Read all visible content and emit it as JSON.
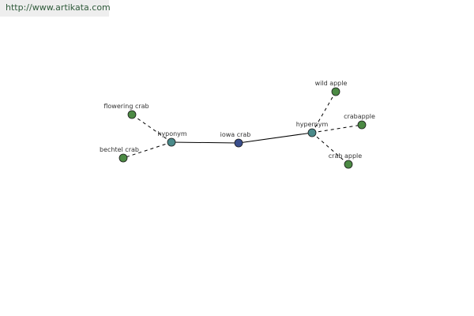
{
  "header": {
    "url_text": "http://www.artikata.com"
  },
  "colors": {
    "center_node": "#3a4e8c",
    "relation_node": "#4a8a8a",
    "leaf_node": "#4c8a44",
    "edge": "#000000",
    "label": "#333333"
  },
  "graph": {
    "nodes": [
      {
        "id": "iowa-crab",
        "label": "iowa crab",
        "kind": "center"
      },
      {
        "id": "hyponym",
        "label": "hyponym",
        "kind": "relation"
      },
      {
        "id": "hypernym",
        "label": "hypernym",
        "kind": "relation"
      },
      {
        "id": "flowering-crab",
        "label": "flowering crab",
        "kind": "leaf"
      },
      {
        "id": "bechtel-crab",
        "label": "bechtel crab",
        "kind": "leaf"
      },
      {
        "id": "wild-apple",
        "label": "wild apple",
        "kind": "leaf"
      },
      {
        "id": "crabapple",
        "label": "crabapple",
        "kind": "leaf"
      },
      {
        "id": "crab-apple",
        "label": "crab apple",
        "kind": "leaf"
      }
    ],
    "edges": [
      {
        "from": "iowa-crab",
        "to": "hyponym",
        "style": "solid"
      },
      {
        "from": "iowa-crab",
        "to": "hypernym",
        "style": "solid"
      },
      {
        "from": "hyponym",
        "to": "flowering-crab",
        "style": "dashed"
      },
      {
        "from": "hyponym",
        "to": "bechtel-crab",
        "style": "dashed"
      },
      {
        "from": "hypernym",
        "to": "wild-apple",
        "style": "dashed"
      },
      {
        "from": "hypernym",
        "to": "crabapple",
        "style": "dashed"
      },
      {
        "from": "hypernym",
        "to": "crab-apple",
        "style": "dashed"
      }
    ]
  }
}
